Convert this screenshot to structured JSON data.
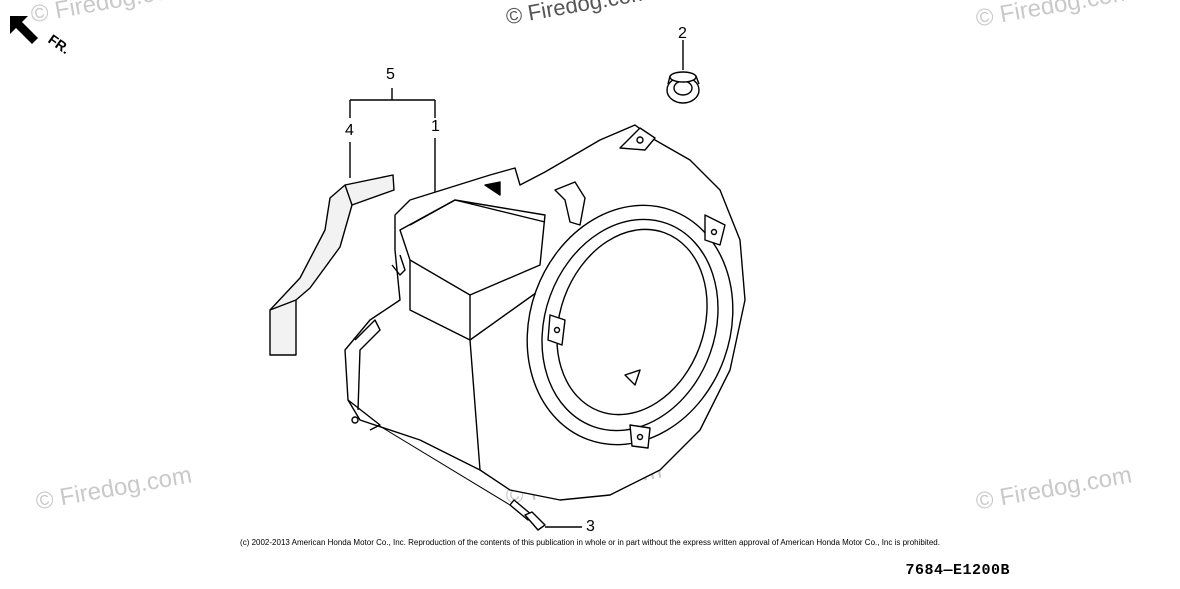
{
  "watermarks": {
    "w1": "© Firedog.com",
    "w2": "© Firedog.com",
    "w3": "© Firedog.com",
    "w4": "© Firedog.com",
    "w5": "© Firedog.com",
    "w6": "© Firedog.com",
    "w7": "© Firedog.com"
  },
  "direction_label": "FR.",
  "callouts": {
    "c1": "1",
    "c2": "2",
    "c3": "3",
    "c4": "4",
    "c5": "5"
  },
  "copyright": "(c) 2002-2013 American Honda Motor Co., Inc. Reproduction of the contents of this publication in whole or in part without the express written approval of American Honda Motor Co., Inc is prohibited.",
  "diagram_code": "7684—E1200B",
  "icons": {
    "direction": "arrow-up-left-icon",
    "part_1": "fan-cover-shroud",
    "part_2": "grommet",
    "part_3": "flange-bolt",
    "part_4": "seal-strip"
  }
}
